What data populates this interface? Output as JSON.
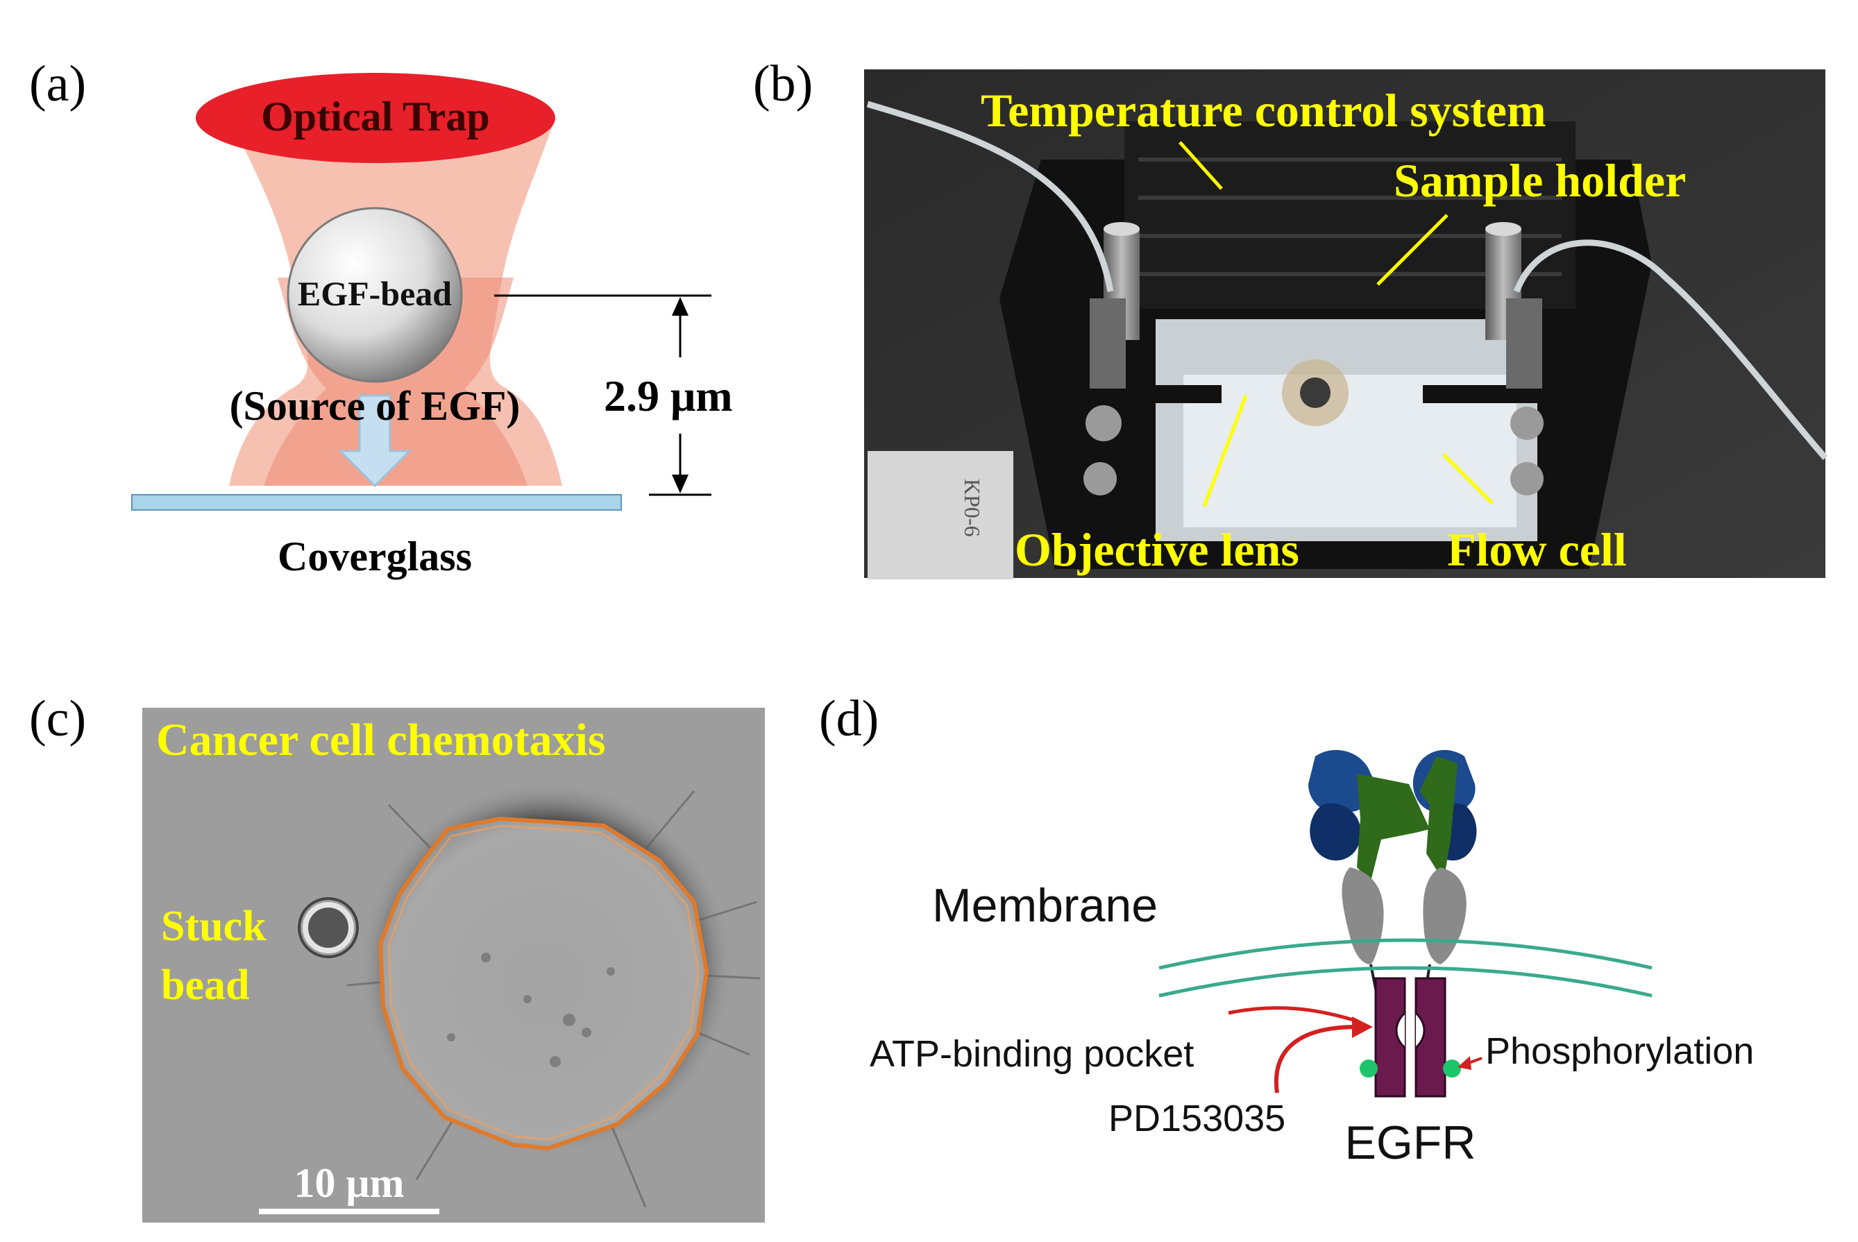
{
  "panel_labels": {
    "a": "(a)",
    "b": "(b)",
    "c": "(c)",
    "d": "(d)"
  },
  "panel_a": {
    "trap": "Optical Trap",
    "bead": "EGF-bead",
    "source": "(Source of EGF)",
    "distance": "2.9 μm",
    "coverglass": "Coverglass"
  },
  "panel_b": {
    "temperature": "Temperature control system",
    "sample_holder": "Sample holder",
    "objective": "Objective lens",
    "flow_cell": "Flow cell",
    "tag_text": "KP0-6"
  },
  "panel_c": {
    "title": "Cancer cell chemotaxis",
    "stuck_1": "Stuck",
    "stuck_2": "bead",
    "scale": "10 μm"
  },
  "panel_d": {
    "membrane": "Membrane",
    "atp": "ATP-binding pocket",
    "inhibitor": "PD153035",
    "phosphorylation": "Phosphorylation",
    "receptor": "EGFR"
  },
  "colors": {
    "label_yellow": "#ffff00",
    "trap_red": "#e8202a",
    "beam_pink": "#f5a58c",
    "glass_blue": "#a9d4ea",
    "membrane_green": "#3aaa8c",
    "egfr_purple": "#6b1a4e",
    "arrow_red": "#d42020",
    "dot_green": "#1ec46a"
  }
}
